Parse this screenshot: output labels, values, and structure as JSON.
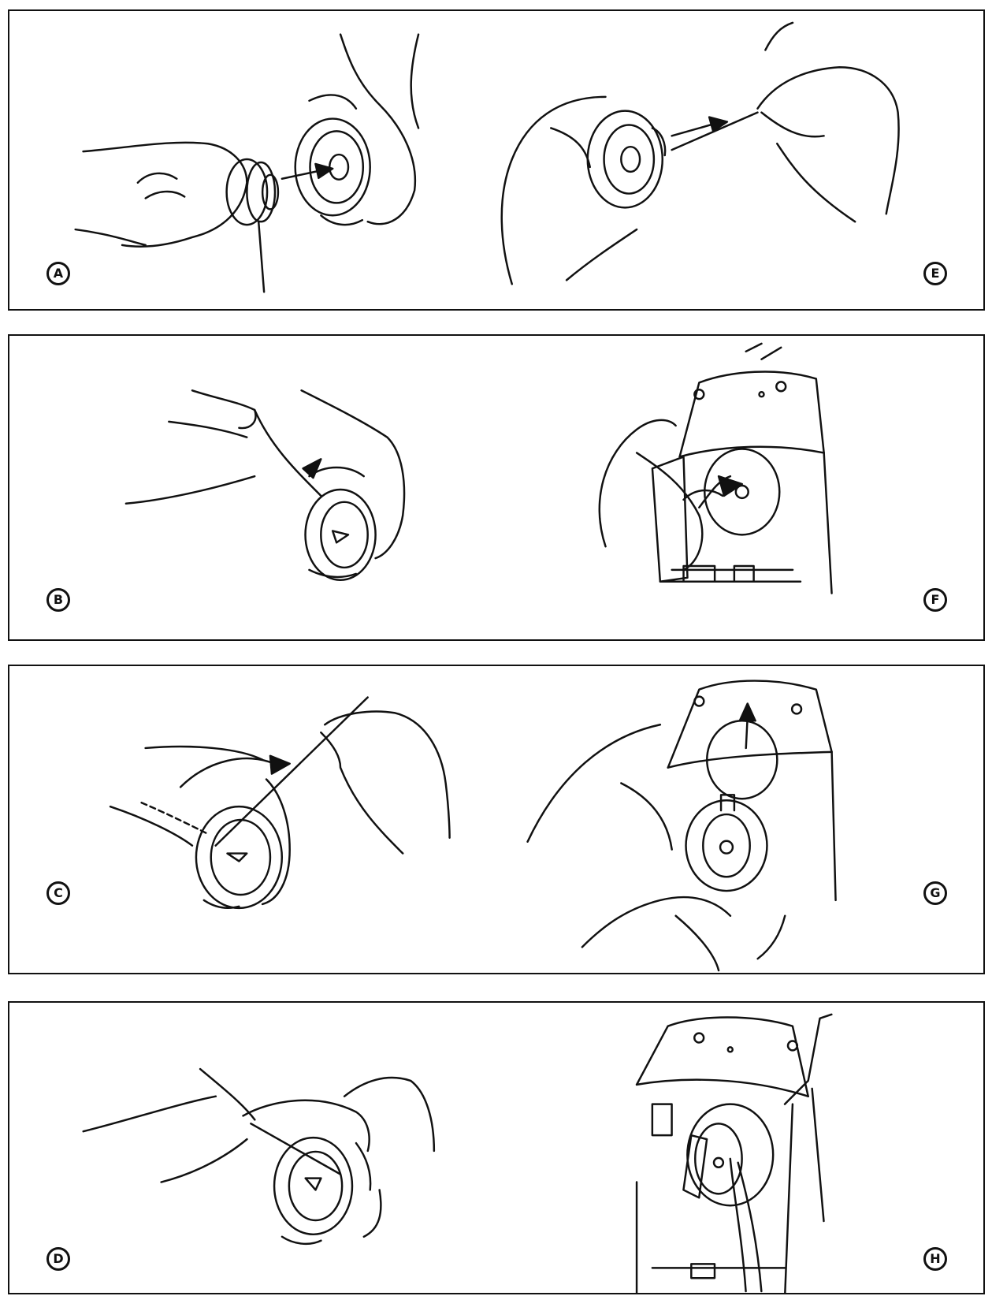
{
  "panels": [
    {
      "left": {
        "label": "A",
        "icon": "bobbin-insert-illustration"
      },
      "right": {
        "label": "E",
        "icon": "thread-pull-illustration"
      }
    },
    {
      "left": {
        "label": "B",
        "icon": "thread-guide-illustration"
      },
      "right": {
        "label": "F",
        "icon": "hook-open-illustration"
      }
    },
    {
      "left": {
        "label": "C",
        "icon": "thread-slot-illustration"
      },
      "right": {
        "label": "G",
        "icon": "bobbin-case-insert-illustration"
      }
    },
    {
      "left": {
        "label": "D",
        "icon": "thread-tension-illustration"
      },
      "right": {
        "label": "H",
        "icon": "bobbin-case-installed-illustration"
      }
    }
  ]
}
